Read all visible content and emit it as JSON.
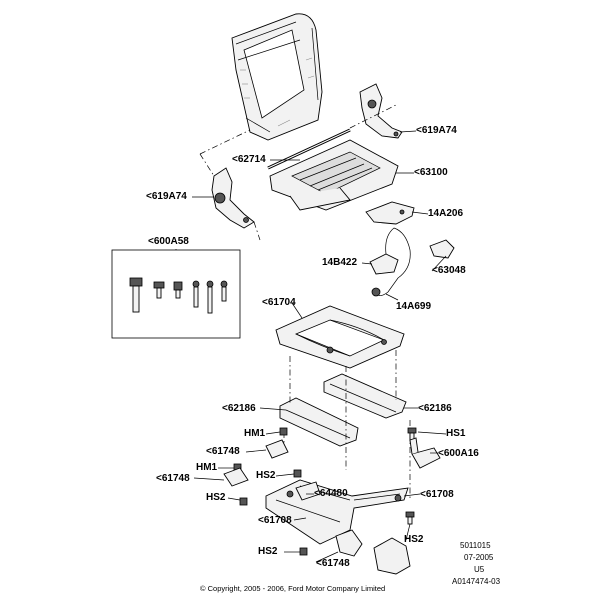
{
  "labels": {
    "p619A74_top": "<619A74",
    "p62714": "<62714",
    "p63100": "<63100",
    "p619A74_left": "<619A74",
    "p14A206": "14A206",
    "p600A58": "<600A58",
    "p14B422": "14B422",
    "p63048": "<63048",
    "p14A699": "14A699",
    "p61704": "<61704",
    "p62186_left": "<62186",
    "p62186_right": "<62186",
    "pHM1_a": "HM1",
    "pHS1": "HS1",
    "p61748_a": "<61748",
    "p600A16": "<600A16",
    "pHM1_b": "HM1",
    "p61748_b": "<61748",
    "pHS2_a": "HS2",
    "p64480": "<64480",
    "p61708_right": "<61708",
    "pHS2_b": "HS2",
    "p61708_left": "<61708",
    "pHS2_c": "HS2",
    "pHS2_d": "HS2",
    "p61748_c": "<61748"
  },
  "meta": {
    "code1": "5011015",
    "date": "07-2005",
    "code2": "U5",
    "illustration": "A0147474-03"
  },
  "copyright": "© Copyright, 2005 - 2006, Ford Motor Company Limited"
}
